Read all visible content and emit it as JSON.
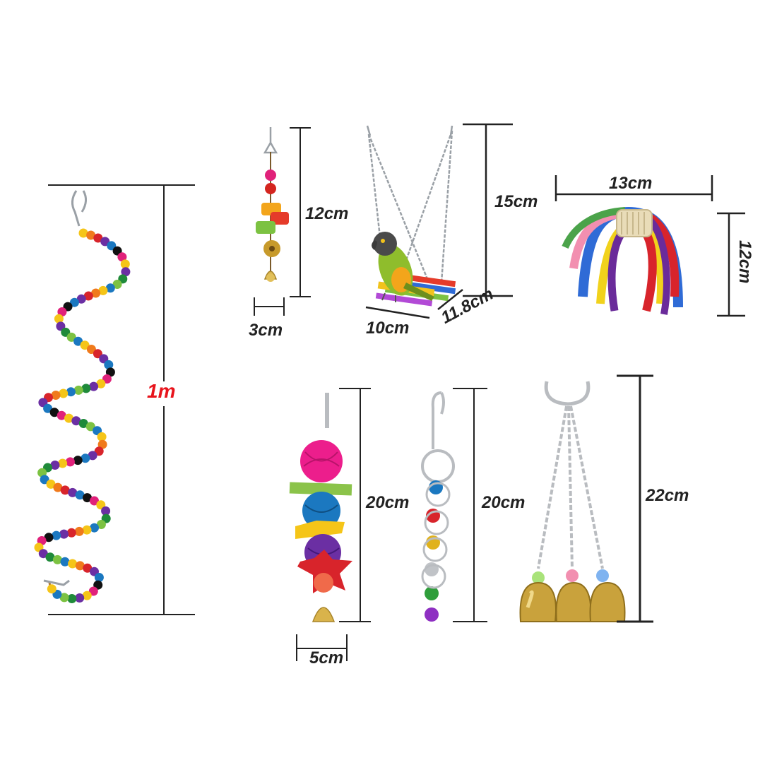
{
  "colors": {
    "dimension_line": "#222222",
    "dimension_text": "#222222",
    "highlight_text": "#e8141c",
    "metal": "#b9bcc0",
    "brass": "#c9a23c"
  },
  "products": [
    {
      "name": "beaded-spiral-perch",
      "icon": "spiral-bead-icon",
      "length_label": "1m"
    },
    {
      "name": "bead-bell-chew-toy",
      "icon": "bead-toy-icon",
      "height_label": "12cm",
      "width_label": "3cm"
    },
    {
      "name": "parrot-swing",
      "icon": "swing-icon",
      "height_label": "15cm",
      "width_label": "10cm",
      "depth_label": "11.8cm"
    },
    {
      "name": "rope-bridge",
      "icon": "rope-icon",
      "width_label": "13cm",
      "height_label": "12cm"
    },
    {
      "name": "rattan-ball-toy",
      "icon": "rattan-ball-icon",
      "height_label": "20cm",
      "width_label": "5cm"
    },
    {
      "name": "jingle-bell-chain",
      "icon": "bell-chain-icon",
      "height_label": "20cm"
    },
    {
      "name": "triple-brass-bells",
      "icon": "brass-bell-icon",
      "height_label": "22cm"
    }
  ]
}
